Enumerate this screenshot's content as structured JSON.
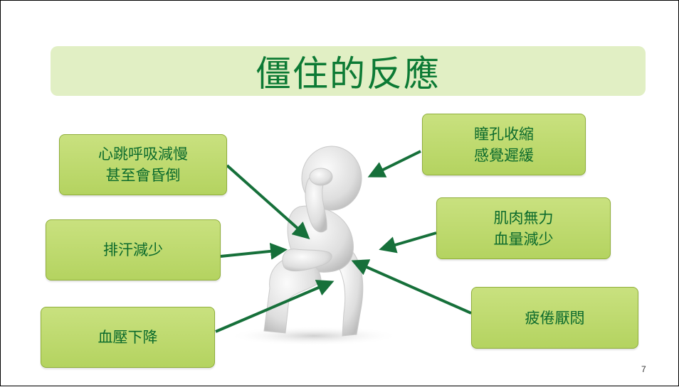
{
  "title": "僵住的反應",
  "boxes": {
    "heartbeat": {
      "line1": "心跳呼吸減慢",
      "line2": "甚至會昏倒"
    },
    "sweat": {
      "line1": "排汗減少"
    },
    "blood_pressure": {
      "line1": "血壓下降"
    },
    "pupil": {
      "line1": "瞳孔收縮",
      "line2": "感覺遲緩"
    },
    "muscle": {
      "line1": "肌肉無力",
      "line2": "血量減少"
    },
    "fatigue": {
      "line1": "疲倦厭悶"
    }
  },
  "page_number": "7",
  "colors": {
    "title_bar": "#e1efc4",
    "title_text": "#0c7a34",
    "box_fill": "#bcd86a",
    "box_text": "#0b6a2c",
    "arrow": "#16703a"
  },
  "figure_icon": "sitting-thinking-person-icon"
}
